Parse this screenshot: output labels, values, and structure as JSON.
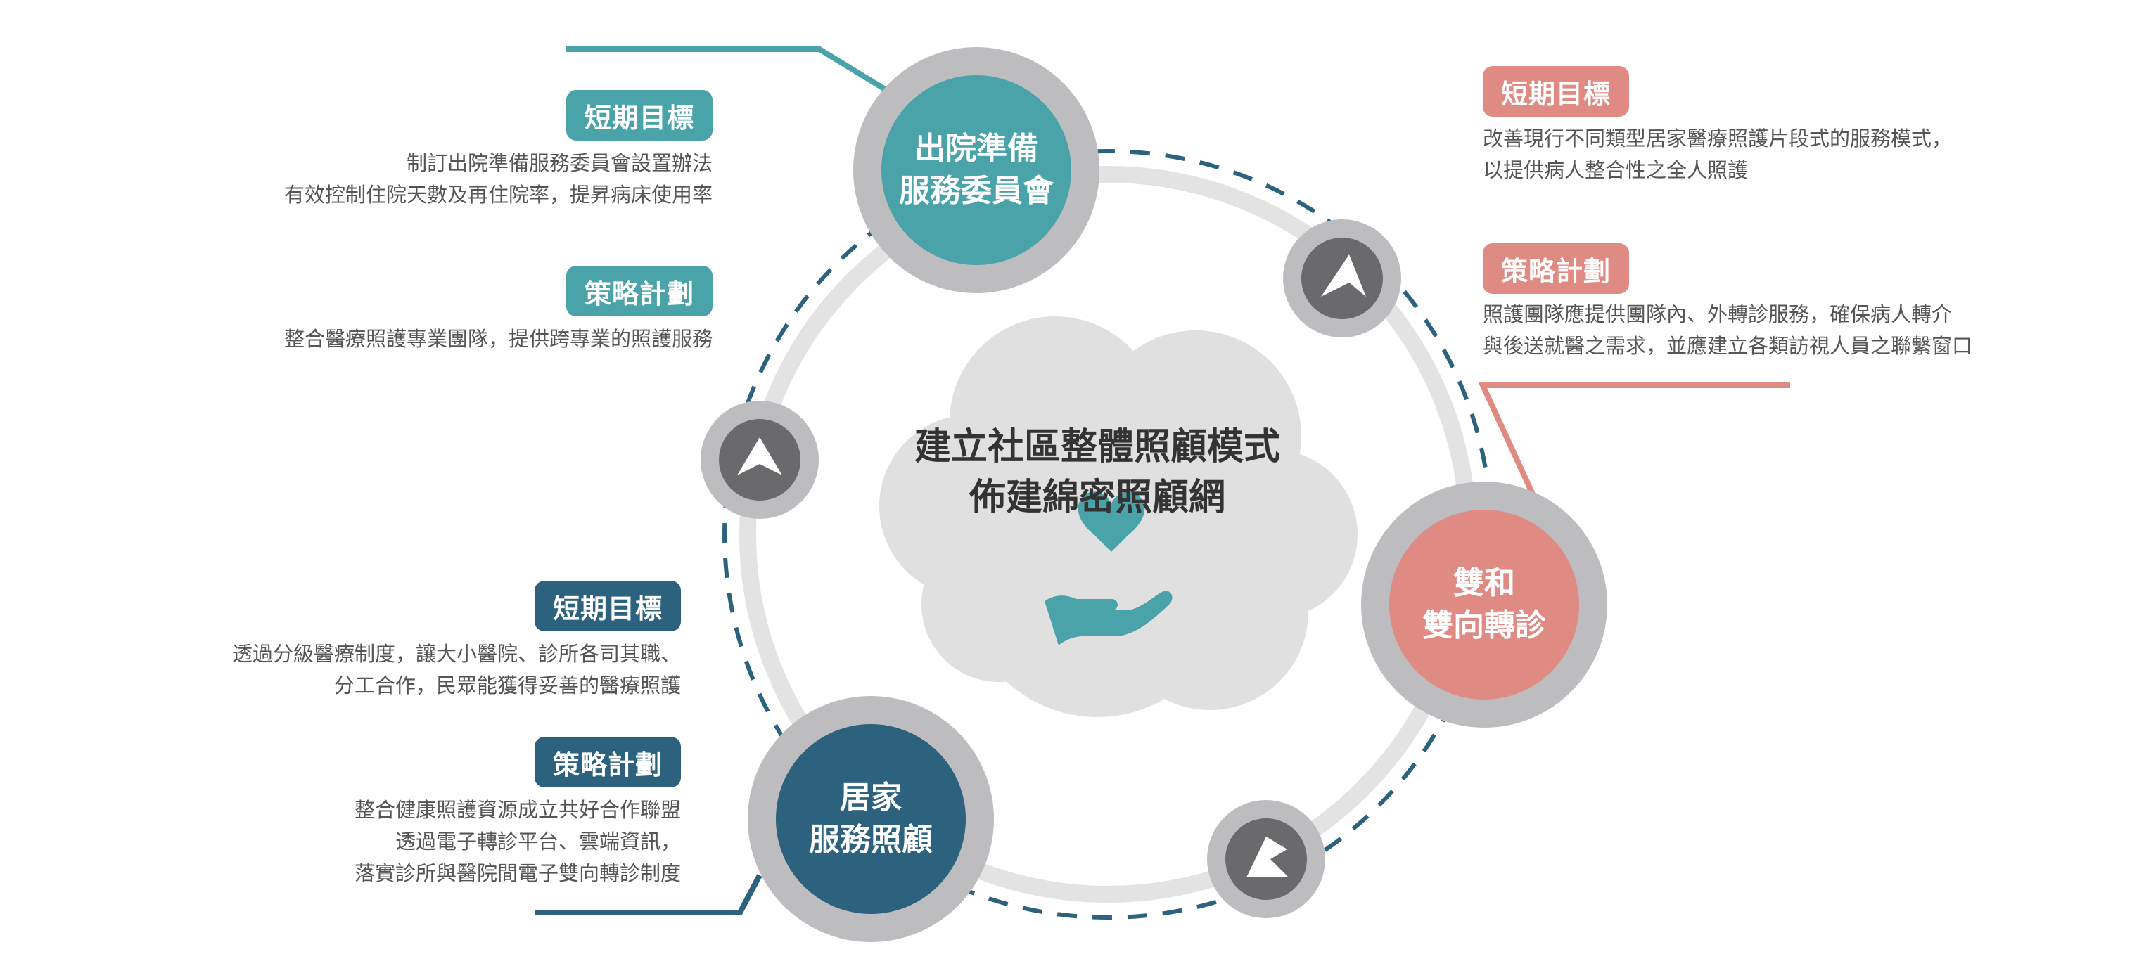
{
  "center": {
    "line1": "建立社區整體照顧模式",
    "line2": "佈建綿密照顧網",
    "icon": "heart-hand-icon"
  },
  "nodes": {
    "discharge": {
      "line1": "出院準備",
      "line2": "服務委員會",
      "color": "#4aa3a8"
    },
    "referral": {
      "line1": "雙和",
      "line2": "雙向轉診",
      "color": "#e08a84"
    },
    "homecare": {
      "line1": "居家",
      "line2": "服務照顧",
      "color": "#2d627e"
    }
  },
  "connector_icon": "triangle-arrow-icon",
  "panels": {
    "discharge": {
      "short_tag": "短期目標",
      "short_lines": [
        "制訂出院準備服務委員會設置辦法",
        "有效控制住院天數及再住院率，提昇病床使用率"
      ],
      "strategy_tag": "策略計劃",
      "strategy_lines": [
        "整合醫療照護專業團隊，提供跨專業的照護服務"
      ]
    },
    "referral": {
      "short_tag": "短期目標",
      "short_lines": [
        "改善現行不同類型居家醫療照護片段式的服務模式，",
        "以提供病人整合性之全人照護"
      ],
      "strategy_tag": "策略計劃",
      "strategy_lines": [
        "照護團隊應提供團隊內、外轉診服務，確保病人轉介",
        "與後送就醫之需求，並應建立各類訪視人員之聯繫窗口"
      ]
    },
    "homecare": {
      "short_tag": "短期目標",
      "short_lines": [
        "透過分級醫療制度，讓大小醫院、診所各司其職、",
        "分工合作，民眾能獲得妥善的醫療照護"
      ],
      "strategy_tag": "策略計劃",
      "strategy_lines": [
        "整合健康照護資源成立共好合作聯盟",
        "透過電子轉診平台、雲端資訊，",
        "落實診所與醫院間電子雙向轉診制度"
      ]
    }
  },
  "colors": {
    "teal": "#4aa3a8",
    "coral": "#e08a84",
    "navy": "#2d627e",
    "ring_gray": "#bdbdbf",
    "track_gray": "#e3e3e3",
    "cloud": "#e0e0e0",
    "connector_dark": "#6a6a6c"
  }
}
